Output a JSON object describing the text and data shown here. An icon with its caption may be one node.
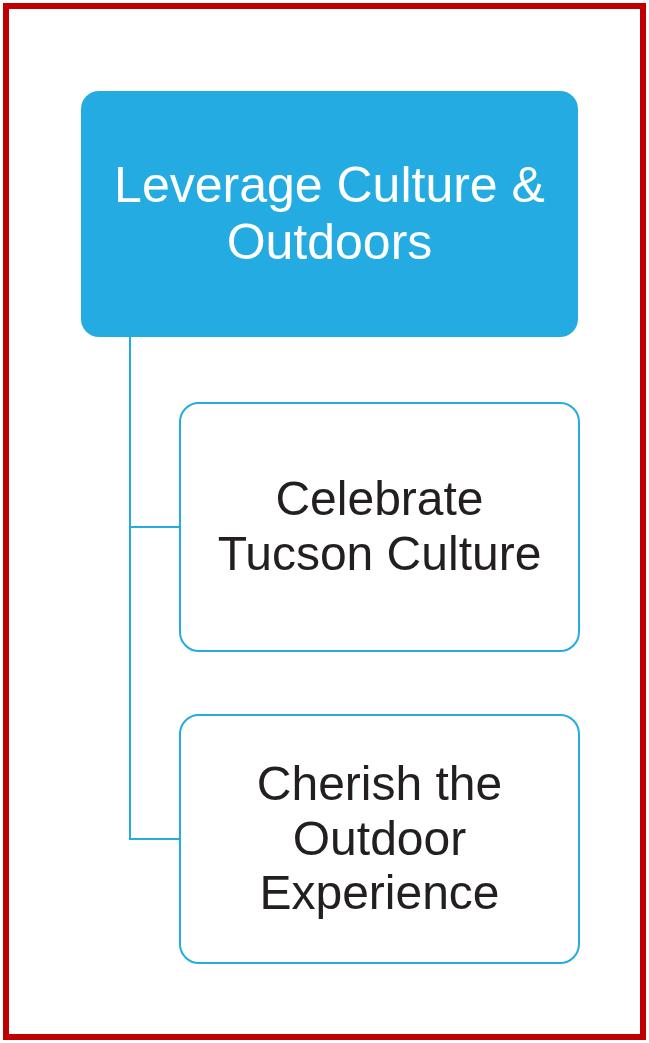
{
  "diagram": {
    "nodes": [
      {
        "text": [
          "Leverage Culture & Outdoors"
        ]
      },
      {
        "text": [
          "Celebrate Tucson Culture"
        ]
      },
      {
        "text": [
          "Cherish the Outdoor Experience"
        ]
      }
    ],
    "edges": [
      {
        "from": 0,
        "to": 1,
        "arrow": "none"
      },
      {
        "from": 0,
        "to": 2,
        "arrow": "none"
      }
    ]
  }
}
